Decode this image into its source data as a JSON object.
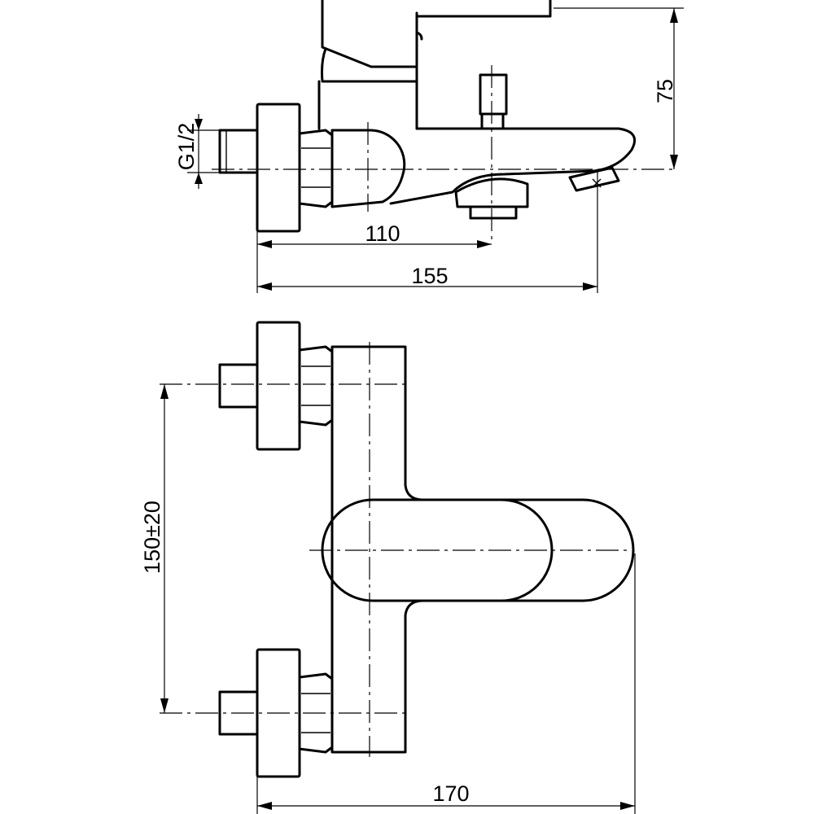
{
  "dimensions": {
    "height_top": "75",
    "thread": "G1/2",
    "inlet_to_spout": "110",
    "overall_depth": "155",
    "inlet_spacing": "150±20",
    "overall_width": "170"
  }
}
